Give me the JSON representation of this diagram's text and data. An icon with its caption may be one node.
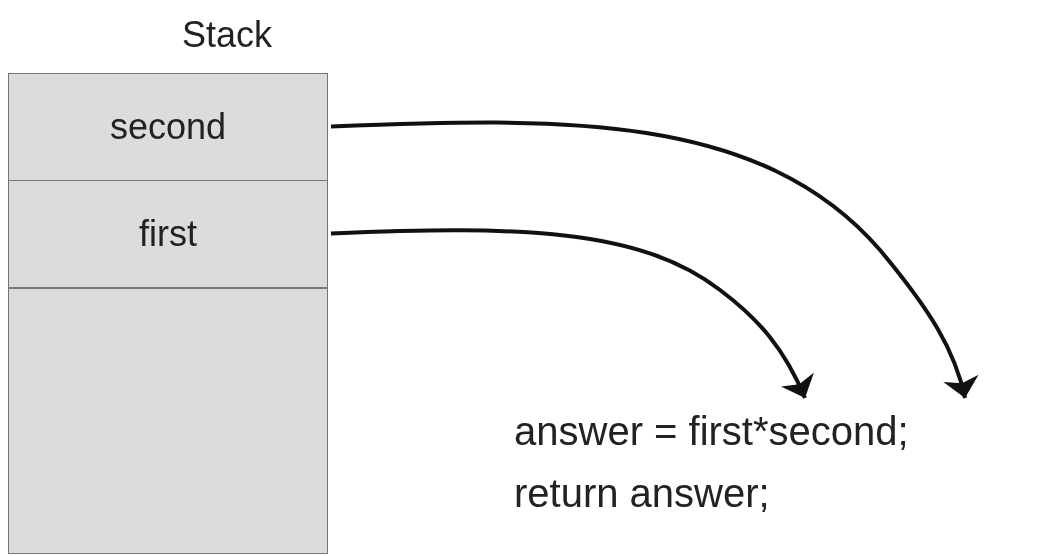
{
  "diagram": {
    "nodes": [
      {
        "text": [
          "Stack"
        ]
      },
      {
        "text": [
          "second"
        ],
        "in": 0
      },
      {
        "text": [
          "first"
        ],
        "in": 0
      },
      {
        "text": [],
        "shape": "box",
        "in": 0
      },
      {
        "text": [
          "answer = first*second;",
          "return answer;"
        ]
      }
    ],
    "edges": [
      {
        "from": 1,
        "to": 4,
        "arrow": "to"
      },
      {
        "from": 2,
        "to": 4,
        "arrow": "to"
      }
    ]
  }
}
